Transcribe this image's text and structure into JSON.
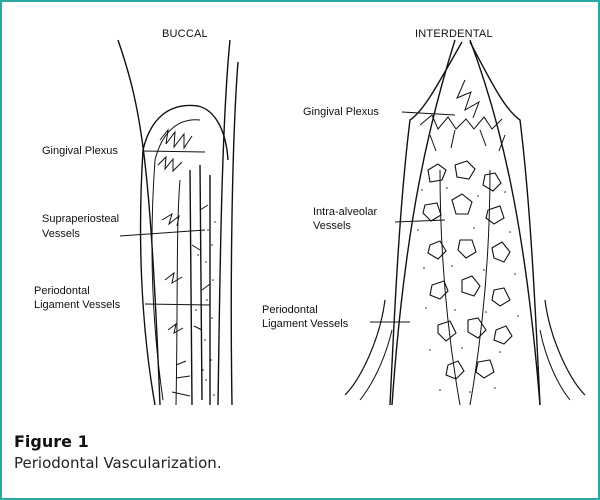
{
  "diagram": {
    "buccal": {
      "header": "BUCCAL",
      "labels": {
        "gingival_plexus": "Gingival Plexus",
        "supraperiosteal_1": "Supraperiosteal",
        "supraperiosteal_2": "Vessels",
        "pdl_1": "Periodontal",
        "pdl_2": "Ligament Vessels"
      }
    },
    "interdental": {
      "header": "INTERDENTAL",
      "labels": {
        "gingival_plexus": "Gingival Plexus",
        "intra_alveolar_1": "Intra-alveolar",
        "intra_alveolar_2": "Vessels",
        "pdl_1": "Periodontal",
        "pdl_2": "Ligament Vessels"
      }
    }
  },
  "caption": {
    "title": "Figure 1",
    "text": "Periodontal Vascularization."
  },
  "colors": {
    "frame_border": "#2aa8a4",
    "line": "#111111"
  }
}
